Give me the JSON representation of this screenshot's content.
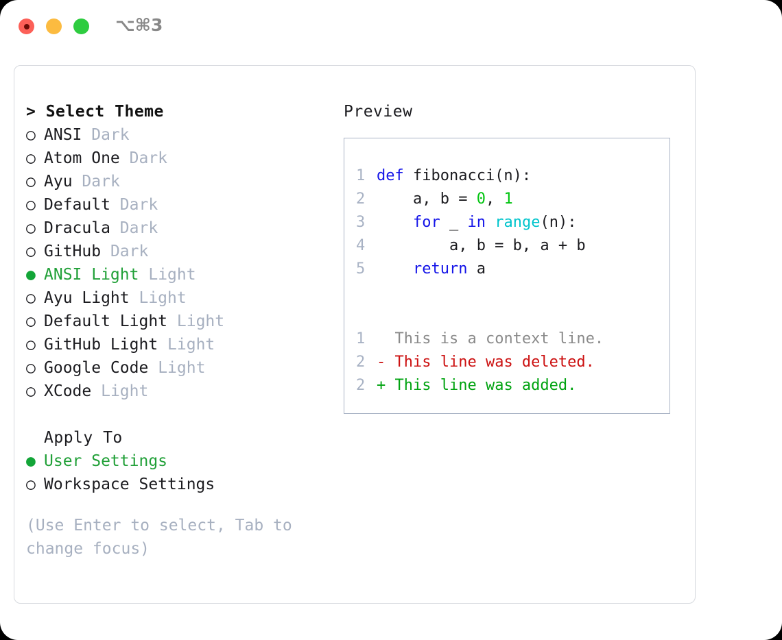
{
  "titlebar": {
    "shortcut": "⌥⌘3",
    "buttons": [
      {
        "name": "close",
        "color": "#fc6058"
      },
      {
        "name": "minimize",
        "color": "#fcbb40"
      },
      {
        "name": "maximize",
        "color": "#2ecc40"
      }
    ]
  },
  "theme_picker": {
    "header": "> Select Theme",
    "markers": {
      "selected": "●",
      "unselected": "○"
    },
    "items": [
      {
        "marker": "○",
        "name": "ANSI",
        "variant": "Dark",
        "selected": false
      },
      {
        "marker": "○",
        "name": "Atom One",
        "variant": "Dark",
        "selected": false
      },
      {
        "marker": "○",
        "name": "Ayu",
        "variant": "Dark",
        "selected": false
      },
      {
        "marker": "○",
        "name": "Default",
        "variant": "Dark",
        "selected": false
      },
      {
        "marker": "○",
        "name": "Dracula",
        "variant": "Dark",
        "selected": false
      },
      {
        "marker": "○",
        "name": "GitHub",
        "variant": "Dark",
        "selected": false
      },
      {
        "marker": "●",
        "name": "ANSI Light",
        "variant": "Light",
        "selected": true
      },
      {
        "marker": "○",
        "name": "Ayu Light",
        "variant": "Light",
        "selected": false
      },
      {
        "marker": "○",
        "name": "Default Light",
        "variant": "Light",
        "selected": false
      },
      {
        "marker": "○",
        "name": "GitHub Light",
        "variant": "Light",
        "selected": false
      },
      {
        "marker": "○",
        "name": "Google Code",
        "variant": "Light",
        "selected": false
      },
      {
        "marker": "○",
        "name": "XCode",
        "variant": "Light",
        "selected": false
      }
    ]
  },
  "apply_to": {
    "header": "Apply To",
    "options": [
      {
        "marker": "●",
        "label": "User Settings",
        "selected": true
      },
      {
        "marker": "○",
        "label": "Workspace Settings",
        "selected": false
      }
    ]
  },
  "hint": "(Use Enter to select, Tab to change focus)",
  "preview": {
    "label": "Preview",
    "code_lines": [
      {
        "num": "1",
        "tokens": [
          {
            "t": "def ",
            "c": "kw"
          },
          {
            "t": "fibonacci(n):",
            "c": ""
          }
        ]
      },
      {
        "num": "2",
        "tokens": [
          {
            "t": "    a, b = ",
            "c": ""
          },
          {
            "t": "0",
            "c": "num"
          },
          {
            "t": ", ",
            "c": ""
          },
          {
            "t": "1",
            "c": "num"
          }
        ]
      },
      {
        "num": "3",
        "tokens": [
          {
            "t": "    ",
            "c": ""
          },
          {
            "t": "for",
            "c": "kw"
          },
          {
            "t": " _ ",
            "c": ""
          },
          {
            "t": "in",
            "c": "kw"
          },
          {
            "t": " ",
            "c": ""
          },
          {
            "t": "range",
            "c": "fn"
          },
          {
            "t": "(n):",
            "c": ""
          }
        ]
      },
      {
        "num": "4",
        "tokens": [
          {
            "t": "        a, b = b, a + b",
            "c": ""
          }
        ]
      },
      {
        "num": "5",
        "tokens": [
          {
            "t": "    ",
            "c": ""
          },
          {
            "t": "return",
            "c": "kw"
          },
          {
            "t": " a",
            "c": ""
          }
        ]
      }
    ],
    "diff_lines": [
      {
        "num": "1",
        "sign": "  ",
        "text": "This is a context line.",
        "kind": "dctx"
      },
      {
        "num": "2",
        "sign": "- ",
        "text": "This line was deleted.",
        "kind": "ddel"
      },
      {
        "num": "2",
        "sign": "+ ",
        "text": "This line was added.",
        "kind": "dadd"
      }
    ]
  },
  "colors": {
    "accent_green": "#21a038",
    "dim_gray": "#a7b0c0",
    "keyword_blue": "#1414e8",
    "function_cyan": "#00c4cc",
    "number_green": "#00c40f",
    "diff_delete_red": "#cc1111",
    "diff_add_green": "#00a310",
    "border_gray": "#d6d9de",
    "preview_border": "#a8b2c4"
  }
}
